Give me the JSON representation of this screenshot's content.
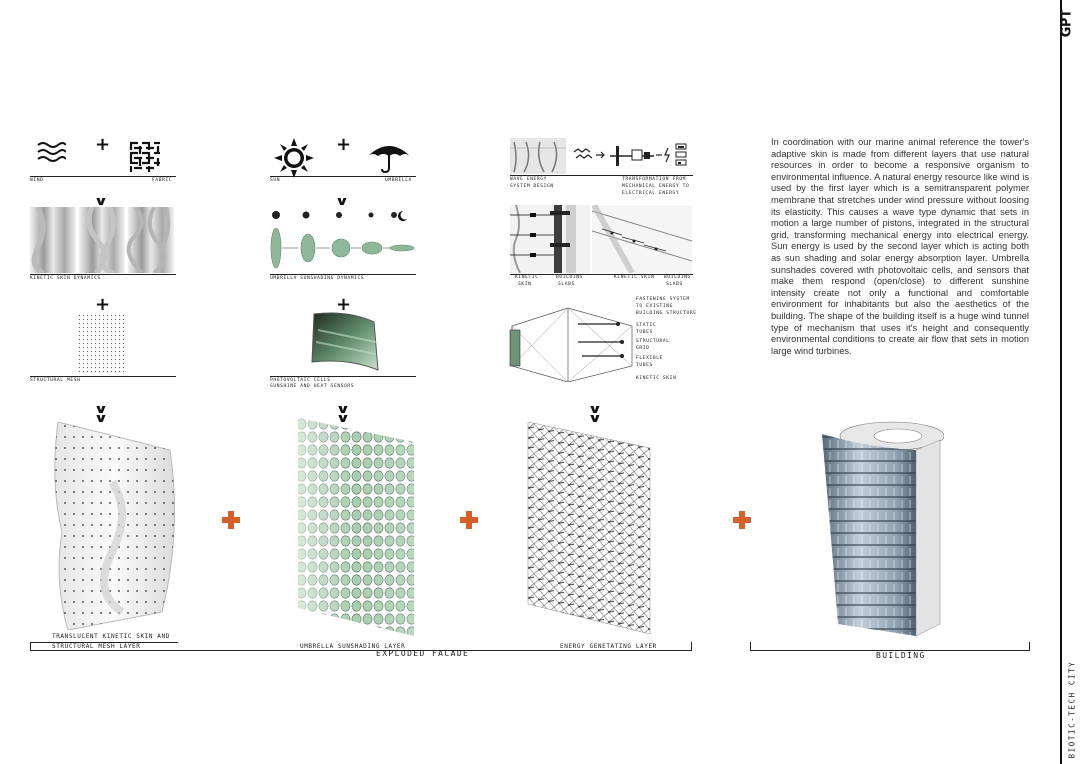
{
  "brand": "GPT",
  "project_title": "BIOTIC-TECH CITY",
  "description": "In coordination with our marine animal reference the tower's adaptive skin is made from different layers that use natural resources in order to become a responsive organism to environmental influence. A natural energy resource like wind is used by the first layer which is a semitransparent polymer membrane that stretches under wind pressure without loosing its elasticity. This causes a wave type dynamic that sets in motion a large number of pistons, integrated in the structural grid, transforming mechanical energy into electrical energy. Sun energy is used by the second layer which is acting both as sun shading and solar energy absorption layer. Umbrella sunshades covered with photovoltaic cells, and sensors that make them respond (open/close) to different sunshine intensity create not only a functional and comfortable environment for inhabitants but also the aesthetics of the building. The shape of the building itself is a huge wind tunnel type of mechanism that uses it's height and consequently environmental conditions to create air flow that sets in motion large wind turbines.",
  "col1": {
    "wind": "WIND",
    "fabric": "FABRIC",
    "kinetic_skin_dynamics": "KINETIC SKIN DYNAMICS",
    "structural_mesh": "STRUCTURAL MESH"
  },
  "col2": {
    "sun": "SUN",
    "umbrella": "UMBRELLA",
    "umbrella_dynamics": "UMBRELLA SUNSHADING DYNAMICS",
    "pv_line1": "PHOTOVOLTAIC CELLS",
    "pv_line2": "SUNSHINE AND HEAT SENSORS"
  },
  "col3": {
    "wave_line1": "WAVE ENERGY",
    "wave_line2": "SYSTEM DESIGN",
    "transform_line1": "TRANSFORMATION FROM",
    "transform_line2": "MECHANICAL ENERGY TO",
    "transform_line3": "ELECTRICAL ENERGY",
    "kinetic_skin_a1": "KINETIC",
    "kinetic_skin_a2": "SKIN",
    "building_slabs_a1": "BUILDING",
    "building_slabs_a2": "SLABS",
    "kinetic_skin_b": "KINETIC SKIN",
    "building_slabs_b1": "BUILDING",
    "building_slabs_b2": "SLABS",
    "fasten1": "FASTENING SYSTEM",
    "fasten2": "TO EXISTING",
    "fasten3": "BUILDING STRUCTURE",
    "static1": "STATIC",
    "static2": "TUBES",
    "structural1": "STRUCTURAL",
    "structural2": "GRID",
    "flexible1": "FLEXIBLE",
    "flexible2": "TUBES",
    "kinetic_skin_c": "KINETIC SKIN"
  },
  "bottom": {
    "layer1_line1": "TRANSLUCENT KINETIC SKIN AND",
    "layer1_line2": "STRUCTURAL MESH LAYER",
    "layer2": "UMBRELLA SUNSHADING LAYER",
    "layer3": "ENERGY GENETATING LAYER",
    "exploded_facade": "EXPLODED FACADE",
    "building": "BUILDING"
  },
  "colors": {
    "accent_plus": "#d6602a",
    "sunshade_green": "#9fc6a6",
    "rule": "#222222"
  }
}
